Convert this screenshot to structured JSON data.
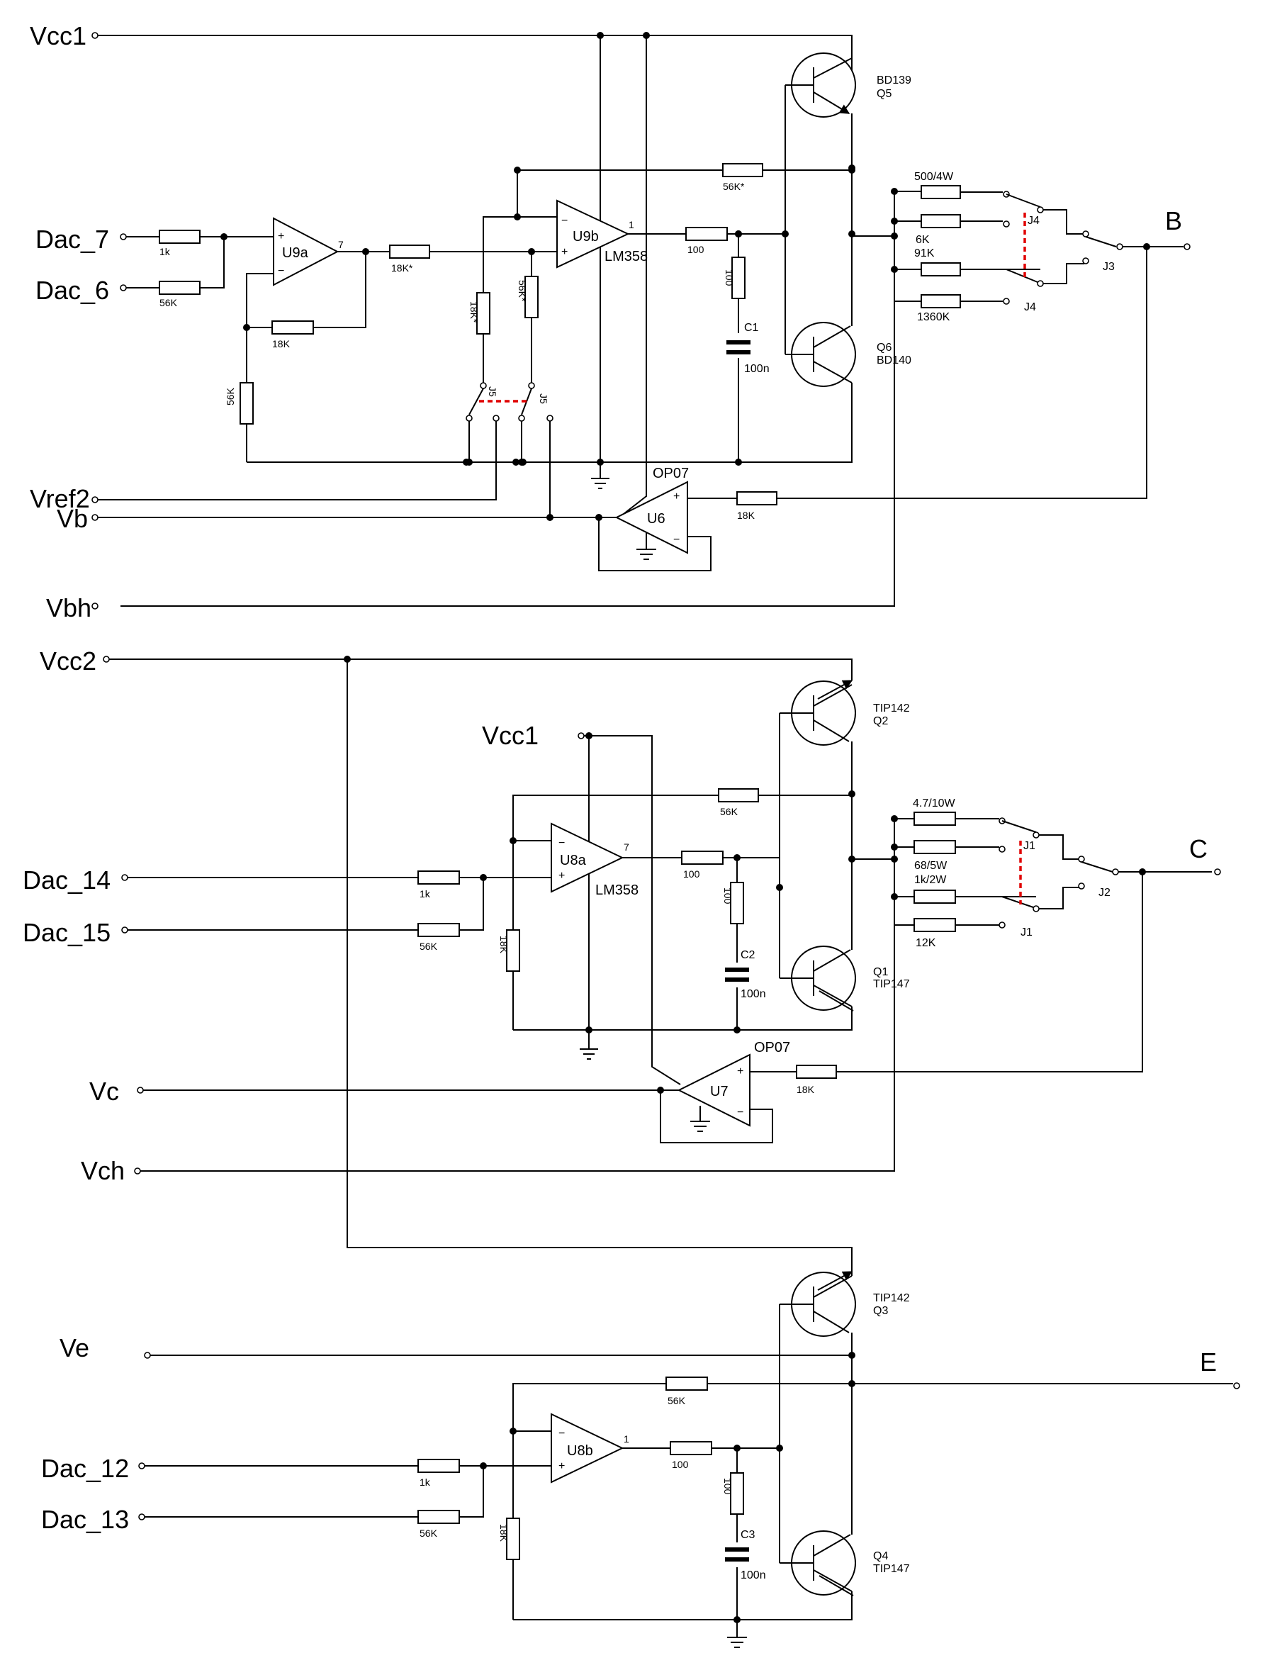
{
  "ports": {
    "vcc1": "Vcc1",
    "dac7": "Dac_7",
    "dac6": "Dac_6",
    "vref2": "Vref2",
    "vb": "Vb",
    "vbh": "Vbh",
    "b": "B",
    "vcc2": "Vcc2",
    "vcc1b": "Vcc1",
    "dac14": "Dac_14",
    "dac15": "Dac_15",
    "vc": "Vc",
    "vch": "Vch",
    "c": "C",
    "ve": "Ve",
    "e": "E",
    "dac12": "Dac_12",
    "dac13": "Dac_13"
  },
  "ics": {
    "u9a": "U9a",
    "u9b": "U9b",
    "lm358_top": "LM358",
    "u6": "U6",
    "op07_top": "OP07",
    "u8a": "U8a",
    "lm358_mid": "LM358",
    "u7": "U7",
    "op07_mid": "OP07",
    "u8b": "U8b",
    "pin7": "7",
    "pin1": "1",
    "plus": "+",
    "minus": "−"
  },
  "resistors": {
    "r1k_a": "1k",
    "r56k_a": "56K",
    "r18k_fb": "18K",
    "r56k_gnd": "56K",
    "r18k_star": "18K*",
    "r18k_star_v": "18K*",
    "r56k_star_v": "56K*",
    "r56k_star_top": "56K*",
    "r100_top": "100",
    "r100_v_top": "100",
    "r18k_u6": "18K",
    "r500": "500/4W",
    "r6k": "6K",
    "r91k": "91K",
    "r1360k": "1360K",
    "r56k_mid": "56K",
    "r1k_mid": "1k",
    "r56k_mid2": "56K",
    "r18k_mid": "18K",
    "r100_mid": "100",
    "r100_v_mid": "100",
    "r18k_u7": "18K",
    "r4_7": "4.7/10W",
    "r68": "68/5W",
    "r1k2w": "1k/2W",
    "r12k": "12K",
    "r56k_bot": "56K",
    "r1k_bot": "1k",
    "r56k_bot2": "56K",
    "r18k_bot": "18K",
    "r100_bot": "100",
    "r100_v_bot": "100"
  },
  "capacitors": {
    "c1": "C1",
    "c1v": "100n",
    "c2": "C2",
    "c2v": "100n",
    "c3": "C3",
    "c3v": "100n"
  },
  "transistors": {
    "q5t": "BD139",
    "q5": "Q5",
    "q6": "Q6",
    "q6t": "BD140",
    "q2t": "TIP142",
    "q2": "Q2",
    "q1": "Q1",
    "q1t": "TIP147",
    "q3t": "TIP142",
    "q3": "Q3",
    "q4": "Q4",
    "q4t": "TIP147"
  },
  "jumpers": {
    "j4a": "J4",
    "j4b": "J4",
    "j3": "J3",
    "j5a": "J5",
    "j5b": "J5",
    "j1a": "J1",
    "j1b": "J1",
    "j2": "J2"
  },
  "colors": {
    "wire": "#000000",
    "jumper_link": "#e00000",
    "background": "#ffffff"
  }
}
